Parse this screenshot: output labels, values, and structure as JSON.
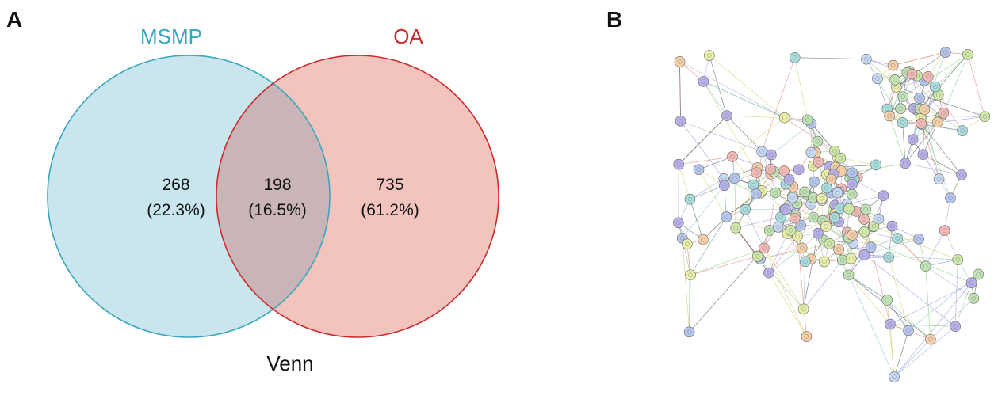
{
  "panel_a": {
    "letter": "A",
    "set_left": {
      "label": "MSMP",
      "color": "#3aa6bd",
      "fill": "#c9e6ee"
    },
    "set_right": {
      "label": "OA",
      "color": "#cc2a2a",
      "fill": "#f3c4bd"
    },
    "overlap_fill": "#c9b5b8",
    "regions": {
      "left_only": {
        "count": "268",
        "percent": "(22.3%)"
      },
      "overlap": {
        "count": "198",
        "percent": "(16.5%)"
      },
      "right_only": {
        "count": "735",
        "percent": "(61.2%)"
      }
    },
    "title": "Venn"
  },
  "panel_b": {
    "letter": "B",
    "node_colors": [
      "#b7b0ea",
      "#bfe3b4",
      "#a8dedd",
      "#e9efa8",
      "#c7d9f4",
      "#f4b9b4",
      "#cfe9a9",
      "#b4c5ee",
      "#f6cfa8"
    ]
  }
}
